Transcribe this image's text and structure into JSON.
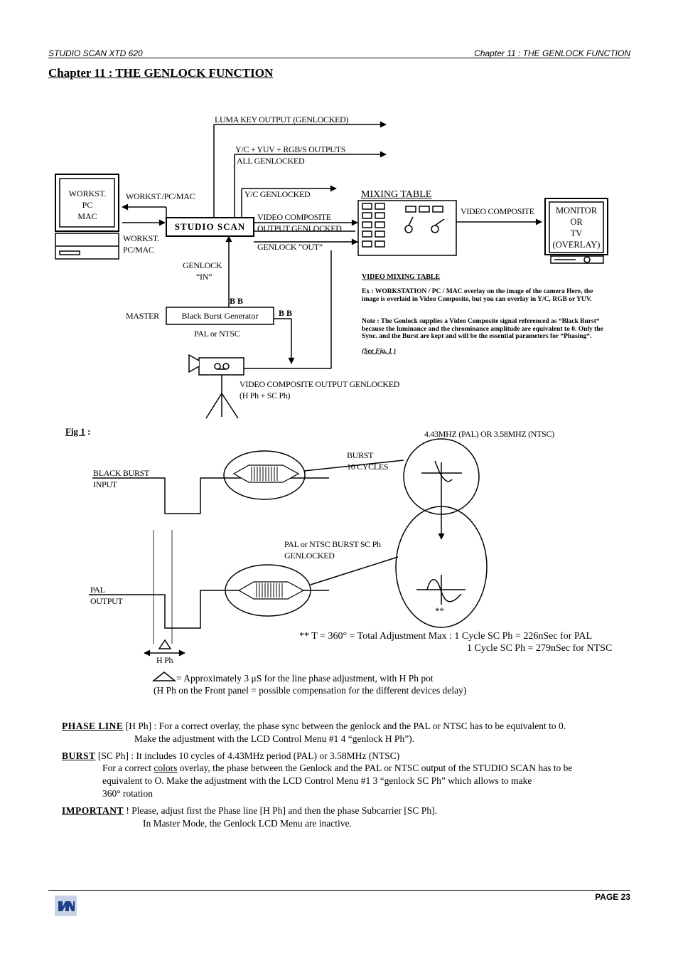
{
  "header": {
    "left": "STUDIO SCAN XTD 620",
    "right": "Chapter 11 : THE GENLOCK FUNCTION"
  },
  "title": "Chapter 11 : THE GENLOCK FUNCTION",
  "diagram": {
    "luma_key": "LUMA KEY OUTPUT (GENLOCKED)",
    "yc_outputs_1": "Y/C + YUV + RGB/S OUTPUTS",
    "yc_outputs_2": "ALL GENLOCKED",
    "workst_box": [
      "WORKST.",
      "PC",
      "MAC"
    ],
    "workst_pc_mac": "WORKST./PC/MAC",
    "yc_genlocked": "Y/C GENLOCKED",
    "mixing_table": "MIXING TABLE",
    "video_composite": "VIDEO COMPOSITE",
    "studio_scan": "STUDIO  SCAN",
    "video_composite_out_1": "VIDEO COMPOSITE",
    "video_composite_out_2": "OUTPUT GENLOCKED",
    "workst_bottom_1": "WORKST.",
    "workst_bottom_2": "PC/MAC",
    "genlock_out": "GENLOCK “OUT”",
    "monitor": [
      "MONITOR",
      "OR",
      "TV",
      "(OVERLAY)"
    ],
    "genlock_in_1": "GENLOCK",
    "genlock_in_2": "“IN”",
    "bb_top": "B B",
    "bb_right": "B B",
    "master": "MASTER",
    "bbg": "Black Burst Generator",
    "pal_ntsc": "PAL or NTSC",
    "vc_out_genlocked": "VIDEO COMPOSITE OUTPUT GENLOCKED",
    "hph_scph": "(H Ph + SC Ph)",
    "vmt_title": "VIDEO MIXING TABLE",
    "vmt_ex": "Ex : WORKSTATION / PC / MAC overlay on the image of the camera Here, the image is overlaid in Video Composite, but you can overlay in Y/C, RGB or YUV.",
    "vmt_note": "Note : The Genlock supplies a Video Composite signal referenced as “Black Burst“ because the luminance and the chrominance amplitude are equivalent to 0. Only the Sync. and the Burst are kept and will be the essential parameters for “Phasing“.",
    "vmt_see": "(See Fig. 1 )"
  },
  "fig1": {
    "label": "Fig  1",
    "colon": " :",
    "freq": "4.43MHZ (PAL) OR 3.58MHZ (NTSC)",
    "burst_1": "BURST",
    "burst_2": "10 CYCLES",
    "bb_input_1": "BLACK BURST",
    "bb_input_2": "INPUT",
    "pal_burst_1": "PAL or NTSC BURST SC Ph",
    "pal_burst_2": "GENLOCKED",
    "pal_out_1": "PAL",
    "pal_out_2": "OUTPUT",
    "stars": "**",
    "t360_1": "** T = 360° = Total Adjustment Max : 1 Cycle SC Ph = 226nSec for PAL",
    "t360_2": "1 Cycle SC Ph = 279nSec for NTSC",
    "hph": "H Ph",
    "approx_1": "= Approximately 3 μS for the line phase adjustment, with H Ph pot",
    "approx_2": "(H Ph on the Front panel = possible compensation for the different devices delay)"
  },
  "text": {
    "phase_kw": "PHASE  LINE",
    "phase_1": " [H Ph] : For a correct overlay, the phase sync between the genlock and the PAL or NTSC has to be equivalent to 0.",
    "phase_2": "Make the adjustment with the LCD Control Menu #1 4 “genlock H Ph”).",
    "burst_kw": "BURST",
    "burst_1": " [SC Ph] : It includes 10 cycles of 4.43MHz period (PAL) or 3.58MHz (NTSC)",
    "burst_2a": "For a correct ",
    "burst_2u": "colors",
    "burst_2b": " overlay, the phase between the Genlock and the PAL or NTSC output of the STUDIO SCAN has to be",
    "burst_3": "equivalent to O. Make the adjustment with the LCD Control Menu #1 3 “genlock SC Ph” which allows to make",
    "burst_4": "360° rotation",
    "imp_kw": "IMPORTANT",
    "imp_1": " ! Please, adjust first the Phase line [H Ph] and then the phase Subcarrier [SC Ph].",
    "imp_2": "In Master Mode, the Genlock LCD Menu are inactive."
  },
  "footer": {
    "page": "PAGE 23",
    "logo_icon": "sn-logo-icon"
  }
}
